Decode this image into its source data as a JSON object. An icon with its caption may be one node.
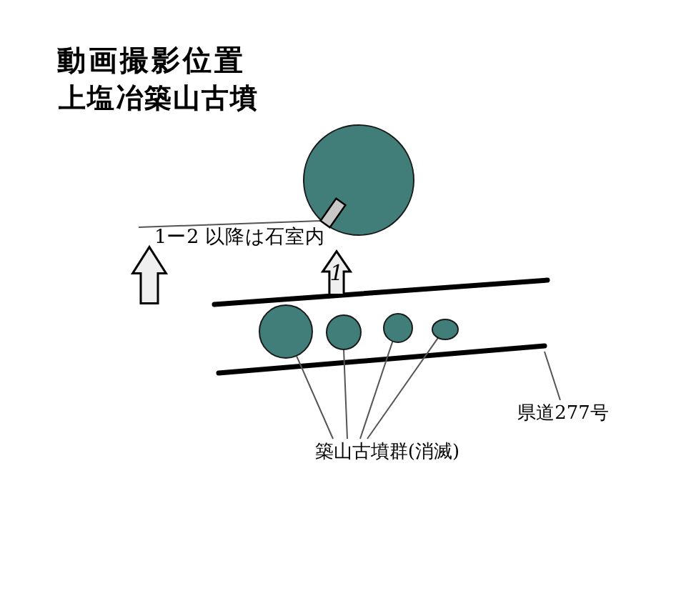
{
  "diagram": {
    "title": "動画撮影位置",
    "nodes": [
      {
        "text": [],
        "shape": "circle"
      },
      {
        "text": [],
        "shape": "box",
        "in": 0
      },
      {
        "text": [
          "1ー2 以降は石室内"
        ]
      },
      {
        "text": [],
        "shape": "arrow"
      },
      {
        "text": [
          "1"
        ]
      },
      {
        "text": [],
        "shape": "circle"
      },
      {
        "text": [],
        "shape": "circle"
      },
      {
        "text": [],
        "shape": "circle"
      },
      {
        "text": [],
        "shape": "circle"
      },
      {
        "text": [
          "築山古墳群(消滅)"
        ]
      },
      {
        "text": [
          "県道277号"
        ]
      }
    ],
    "edges": [
      {
        "from": 2,
        "to": 1,
        "arrow": "none"
      },
      {
        "from": 9,
        "to": 5,
        "arrow": "none"
      },
      {
        "from": 9,
        "to": 6,
        "arrow": "none"
      },
      {
        "from": 9,
        "to": 7,
        "arrow": "none"
      },
      {
        "from": 9,
        "to": 8,
        "arrow": "none"
      },
      {
        "from": 10,
        "to": null,
        "arrow": "none"
      }
    ],
    "labels": [
      "上塩冶築山古墳"
    ]
  }
}
